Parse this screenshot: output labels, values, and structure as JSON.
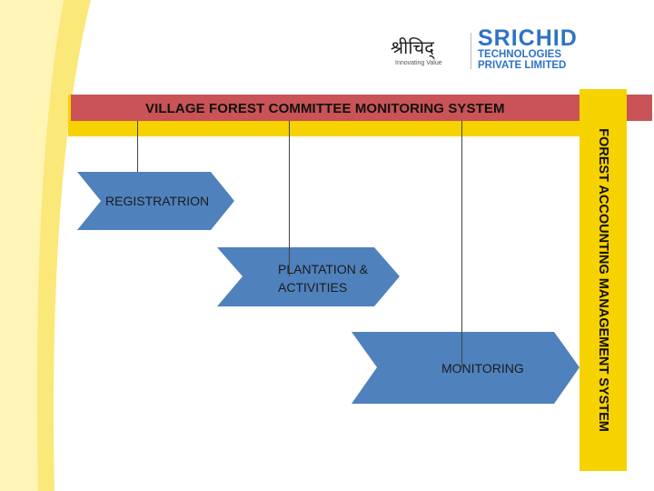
{
  "header": {
    "title": "VILLAGE FOREST COMMITTEE MONITORING SYSTEM",
    "vertical_title": "FOREST ACCOUNTING MANAGEMENT SYSTEM"
  },
  "logo": {
    "hindi_text": "श्रीचिद्",
    "tagline": "Innovating Value",
    "company_name": "SRICHID",
    "company_sub_1": "TECHNOLOGIES",
    "company_sub_2": "PRIVATE LIMITED"
  },
  "steps": [
    {
      "label": "REGISTRATRION"
    },
    {
      "label": "PLANTATION &\nACTIVITIES"
    },
    {
      "label": "MONITORING"
    }
  ],
  "colors": {
    "accent_yellow": "#f6d200",
    "header_red": "#c95356",
    "step_blue": "#4f81bd",
    "logo_blue": "#2f73c5"
  }
}
